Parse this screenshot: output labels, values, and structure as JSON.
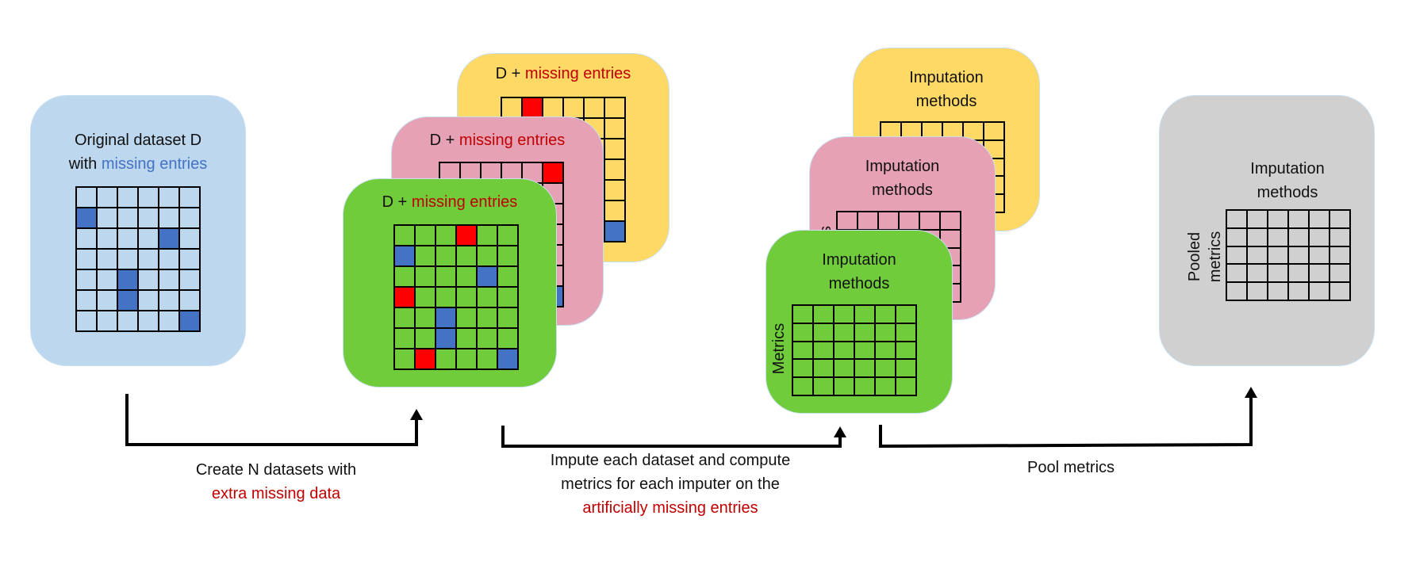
{
  "colors": {
    "blue_card": "#bdd7ee",
    "yellow_card": "#ffd966",
    "pink_card": "#e6a1b5",
    "green_card": "#70cc3a",
    "gray_card": "#d1d0d0",
    "missing_blue": "#4472c4",
    "missing_red": "#ff0000",
    "highlight_red": "#c00000"
  },
  "original": {
    "line1": "Original dataset D",
    "line2_prefix": "with ",
    "line2_highlight": "missing entries"
  },
  "datasets": {
    "prefix": "D + ",
    "highlight": "missing entries"
  },
  "imputation": {
    "line1": "Imputation",
    "line2": "methods",
    "side_label": "Metrics",
    "side_fragment": "s"
  },
  "pooled": {
    "title_line1": "Imputation",
    "title_line2": "methods",
    "side_line1": "Pooled",
    "side_line2": "metrics"
  },
  "steps": [
    {
      "line1": "Create N datasets with",
      "line2": "extra missing data"
    },
    {
      "line1": "Impute each dataset and compute",
      "line2": "metrics for each imputer on the",
      "line3": "artificially missing entries"
    },
    {
      "line1": "Pool metrics"
    }
  ]
}
